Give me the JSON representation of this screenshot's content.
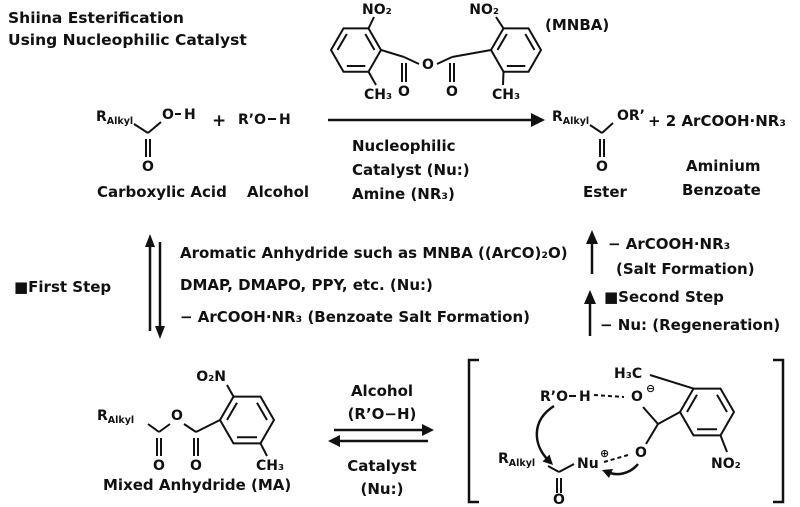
{
  "colors": {
    "ink": "#111111",
    "background": "#ffffff"
  },
  "header": {
    "line1": "Shiina Esterification",
    "line2": "Using Nucleophilic Catalyst"
  },
  "atoms": {
    "o": "O",
    "h": "H",
    "no2": "NO₂",
    "o2n": "O₂N",
    "ch3": "CH₃",
    "h3c": "H₃C",
    "r": "R",
    "alkyl": "Alkyl",
    "ro": "R’O",
    "or": "OR’",
    "nu": "Nu",
    "plus_charge": "⊕",
    "minus_charge": "⊖"
  },
  "mnba": {
    "label": "(MNBA)"
  },
  "reaction": {
    "plus": "+",
    "conditions": {
      "line1": "Nucleophilic",
      "line2": "Catalyst (Nu:)",
      "line3": "Amine (NR₃)"
    },
    "product_plus": "+ 2 ArCOOH·NR₃",
    "labels": {
      "acid": "Carboxylic Acid",
      "alcohol": "Alcohol",
      "ester": "Ester",
      "aminium1": "Aminium",
      "aminium2": "Benzoate"
    }
  },
  "first_step": {
    "title": "■First Step",
    "line1": "Aromatic Anhydride such as MNBA ((ArCO)₂O)",
    "line2": "DMAP, DMAPO, PPY, etc. (Nu:)",
    "line3": "− ArCOOH·NR₃ (Benzoate Salt Formation)"
  },
  "second_step": {
    "salt1": "− ArCOOH·NR₃",
    "salt2": "(Salt Formation)",
    "title": "■Second Step",
    "regen": "− Nu: (Regeneration)"
  },
  "ma": {
    "label": "Mixed Anhydride (MA)"
  },
  "equilibrium": {
    "top1": "Alcohol",
    "top2": "(R’O−H)",
    "bottom1": "Catalyst",
    "bottom2": "(Nu:)"
  }
}
